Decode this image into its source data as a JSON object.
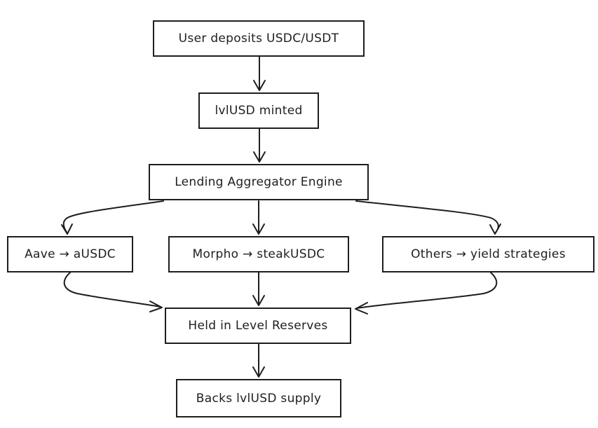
{
  "diagram": {
    "nodes": {
      "deposit": "User deposits USDC/USDT",
      "mint": "lvlUSD minted",
      "engine": "Lending Aggregator Engine",
      "aave": "Aave → aUSDC",
      "morpho": "Morpho → steakUSDC",
      "others": "Others → yield strategies",
      "reserves": "Held in Level Reserves",
      "backs": "Backs lvlUSD supply"
    },
    "edges": [
      {
        "from": "deposit",
        "to": "mint"
      },
      {
        "from": "mint",
        "to": "engine"
      },
      {
        "from": "engine",
        "to": "aave"
      },
      {
        "from": "engine",
        "to": "morpho"
      },
      {
        "from": "engine",
        "to": "others"
      },
      {
        "from": "aave",
        "to": "reserves"
      },
      {
        "from": "morpho",
        "to": "reserves"
      },
      {
        "from": "others",
        "to": "reserves"
      },
      {
        "from": "reserves",
        "to": "backs"
      }
    ]
  }
}
